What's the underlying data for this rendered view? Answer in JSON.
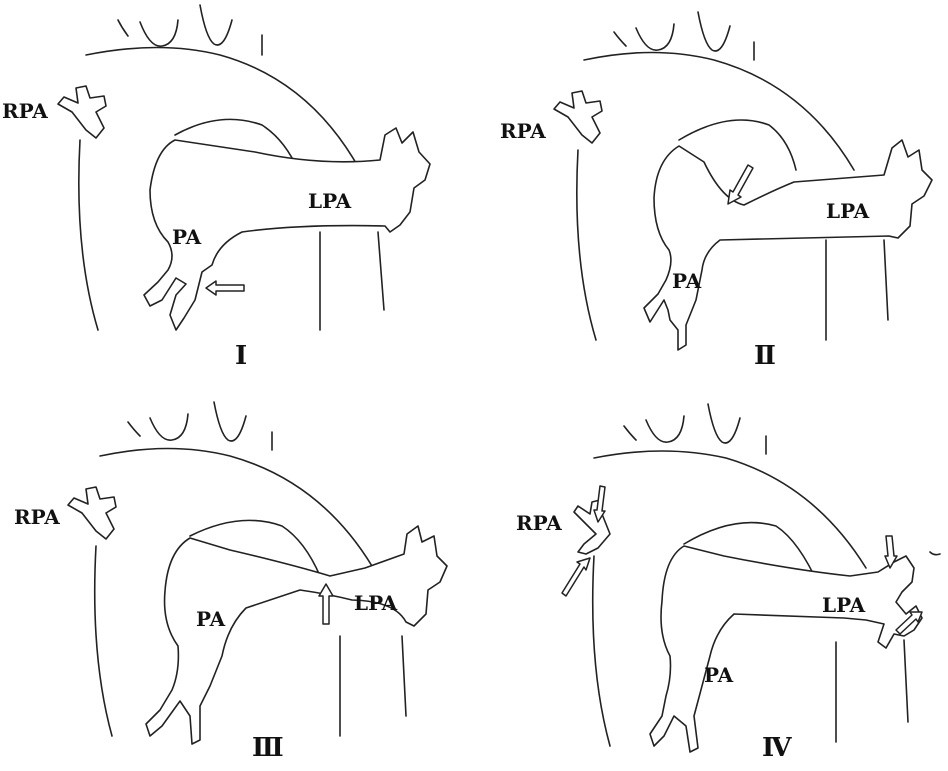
{
  "figure": {
    "colors": {
      "stroke": "#222222",
      "background": "#ffffff"
    },
    "panels": [
      {
        "id": "I",
        "numeral": "Ⅰ",
        "labels": {
          "rpa": "RPA",
          "pa": "PA",
          "lpa": "LPA"
        }
      },
      {
        "id": "II",
        "numeral": "Ⅱ",
        "labels": {
          "rpa": "RPA",
          "pa": "PA",
          "lpa": "LPA"
        }
      },
      {
        "id": "III",
        "numeral": "Ⅲ",
        "labels": {
          "rpa": "RPA",
          "pa": "PA",
          "lpa": "LPA"
        }
      },
      {
        "id": "IV",
        "numeral": "Ⅳ",
        "labels": {
          "rpa": "RPA",
          "pa": "PA",
          "lpa": "LPA"
        }
      }
    ]
  }
}
